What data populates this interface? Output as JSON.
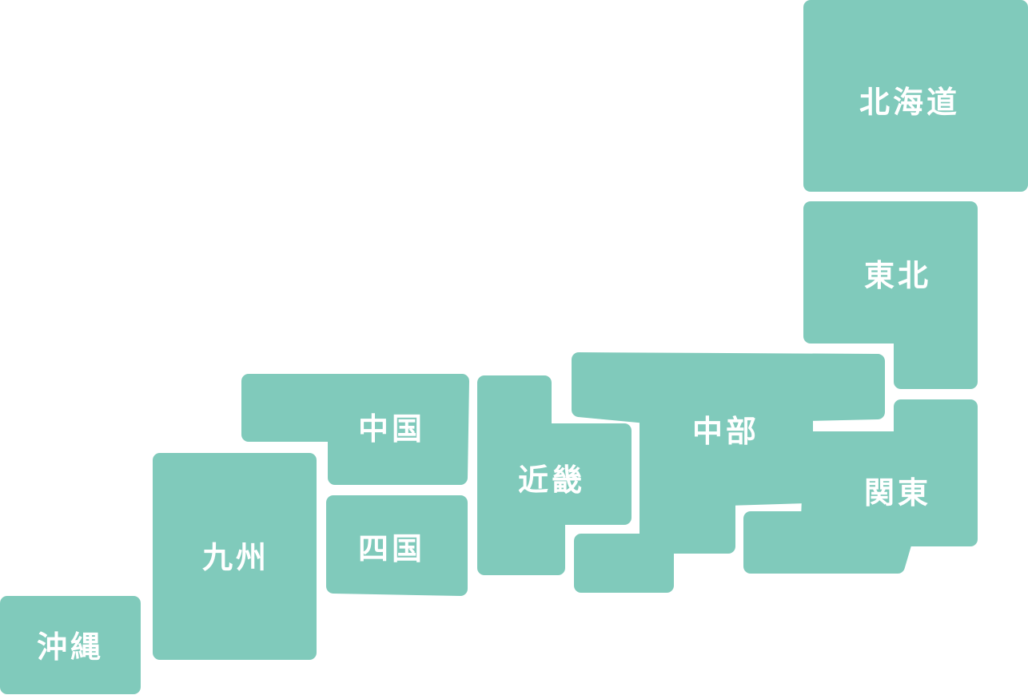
{
  "map": {
    "accent_color": "#80CABB",
    "label_color": "#FFFFFF",
    "regions": [
      {
        "id": "hokkaido",
        "label": "北海道"
      },
      {
        "id": "tohoku",
        "label": "東北"
      },
      {
        "id": "kanto",
        "label": "関東"
      },
      {
        "id": "chubu",
        "label": "中部"
      },
      {
        "id": "kinki",
        "label": "近畿"
      },
      {
        "id": "chugoku",
        "label": "中国"
      },
      {
        "id": "shikoku",
        "label": "四国"
      },
      {
        "id": "kyushu",
        "label": "九州"
      },
      {
        "id": "okinawa",
        "label": "沖縄"
      }
    ]
  }
}
